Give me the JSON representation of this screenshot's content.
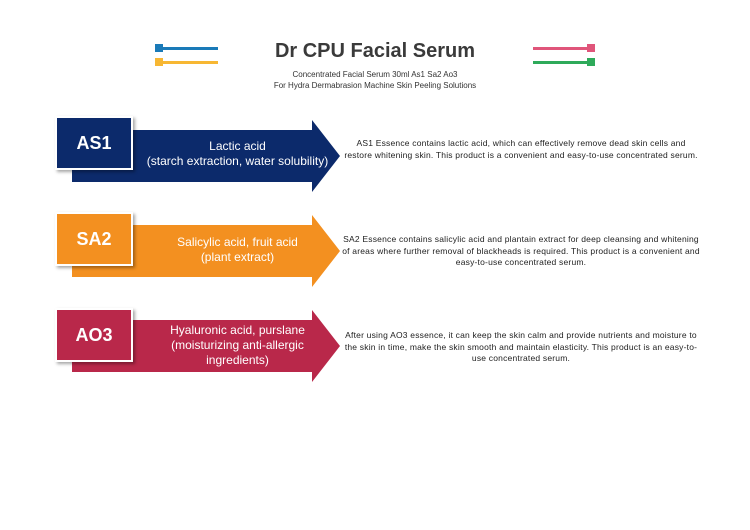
{
  "header": {
    "title": "Dr CPU Facial Serum",
    "subtitle_line1": "Concentrated Facial Serum 30ml As1 Sa2 Ao3",
    "subtitle_line2": "For Hydra Dermabrasion Machine Skin Peeling Solutions"
  },
  "colors": {
    "navy": "#0c2a6b",
    "orange": "#f39020",
    "crimson": "#b9284a",
    "deco_blue": "#1a7ab8",
    "deco_yellow": "#f7b733",
    "deco_pink": "#e0557a",
    "deco_green": "#2eaa5a"
  },
  "items": [
    {
      "code": "AS1",
      "ingredient_line1": "Lactic acid",
      "ingredient_line2": "(starch extraction, water solubility)",
      "ingredient_line3": "",
      "description": "AS1 Essence contains lactic acid, which can effectively remove dead skin cells and restore whitening skin. This product is a convenient and easy-to-use concentrated serum."
    },
    {
      "code": "SA2",
      "ingredient_line1": "Salicylic acid, fruit acid",
      "ingredient_line2": "(plant extract)",
      "ingredient_line3": "",
      "description": "SA2 Essence contains salicylic acid and plantain extract for deep cleansing and whitening of areas where further removal of blackheads is required. This product is a convenient and easy-to-use concentrated serum."
    },
    {
      "code": "AO3",
      "ingredient_line1": "Hyaluronic acid, purslane",
      "ingredient_line2": "(moisturizing anti-allergic",
      "ingredient_line3": "ingredients)",
      "description": "After using AO3 essence, it can keep the skin calm and provide nutrients and moisture to the skin in time, make the skin smooth and maintain elasticity. This product is an easy-to-use concentrated serum."
    }
  ]
}
